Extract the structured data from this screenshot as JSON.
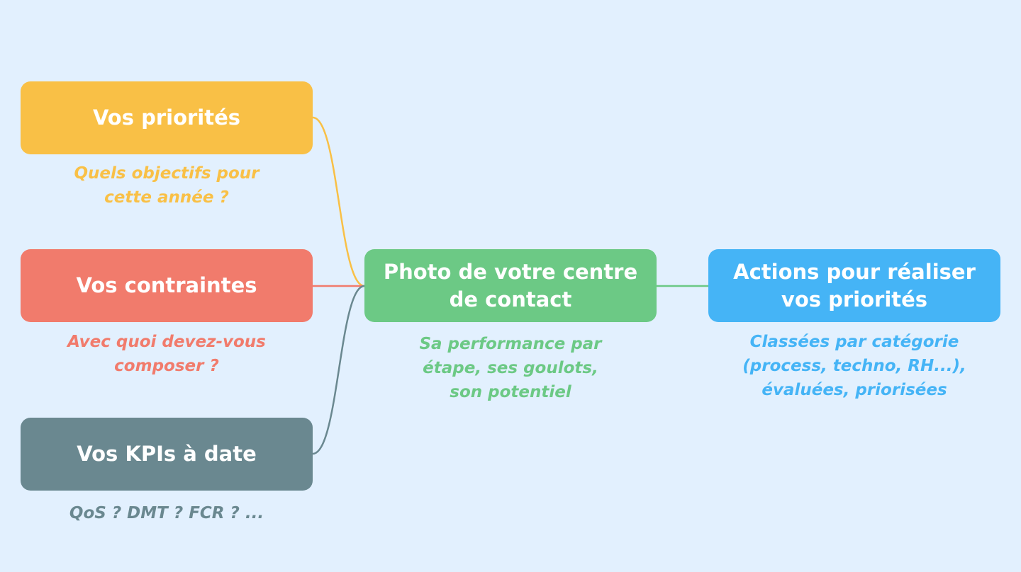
{
  "colors": {
    "background": "#e2f0fe",
    "yellow": "#f9c046",
    "red": "#f17b6c",
    "slate": "#6a8890",
    "green": "#6cc985",
    "blue": "#45b4f6"
  },
  "nodes": {
    "priorites": {
      "label": "Vos priorités",
      "caption": "Quels objectifs pour\ncette année ?"
    },
    "contraintes": {
      "label": "Vos contraintes",
      "caption": "Avec quoi devez-vous\ncomposer ?"
    },
    "kpis": {
      "label": "Vos KPIs à date",
      "caption": "QoS ? DMT ? FCR ? ..."
    },
    "photo": {
      "label": "Photo de votre centre\nde contact",
      "caption": "Sa performance par\nétape, ses goulots,\nson potentiel"
    },
    "actions": {
      "label": "Actions pour réaliser\nvos priorités",
      "caption": "Classées par catégorie\n(process, techno, RH...),\névaluées, priorisées"
    }
  }
}
